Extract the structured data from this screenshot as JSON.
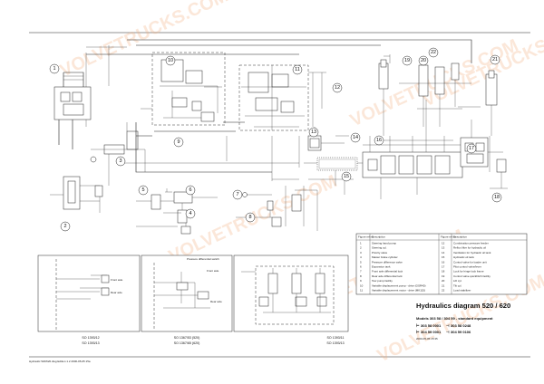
{
  "watermark": "VOLVETRUCKS.COM",
  "callouts": [
    "1",
    "2",
    "3",
    "4",
    "5",
    "6",
    "7",
    "8",
    "9",
    "10",
    "11",
    "12",
    "13",
    "14",
    "15",
    "16",
    "17",
    "18",
    "19",
    "20",
    "21",
    "22"
  ],
  "inset_labels": {
    "left_a": "Front axle",
    "left_b": "Rear axle",
    "mid_title": "Pressure differential switch",
    "mid_a": "Front axle",
    "mid_b": "Rear axle"
  },
  "legend": {
    "header": {
      "num1": "Figure ref no.",
      "desc1": "Description",
      "num2": "Figure ref no.",
      "desc2": "Description"
    },
    "left": [
      {
        "n": "1",
        "d": "Steering hand pump"
      },
      {
        "n": "2",
        "d": "Steering cyl."
      },
      {
        "n": "3",
        "d": "Priority valve"
      },
      {
        "n": "4",
        "d": "Master brake cylinder"
      },
      {
        "n": "5",
        "d": "Pressure difference valve"
      },
      {
        "n": "6",
        "d": "Expansion tank"
      },
      {
        "n": "7",
        "d": "Front axle differential lock"
      },
      {
        "n": "8",
        "d": "Rear axle differential lock"
      },
      {
        "n": "9",
        "d": "Tow pump facility"
      },
      {
        "n": "10",
        "d": "Variable displacement pump - drive (GSR40)"
      },
      {
        "n": "11",
        "d": "Variable displacement motor - drive (MK115)"
      }
    ],
    "right": [
      {
        "n": "12",
        "d": "Combination pressure feeder"
      },
      {
        "n": "13",
        "d": "Reflux filter for hydraulic oil"
      },
      {
        "n": "14",
        "d": "Ventilation for hydraulic oil tank"
      },
      {
        "n": "15",
        "d": "Hydraulic oil tank"
      },
      {
        "n": "16",
        "d": "Control valve for loader unit"
      },
      {
        "n": "17",
        "d": "Pilot control valve/lever"
      },
      {
        "n": "18",
        "d": "Lock for hinge lock frame"
      },
      {
        "n": "19",
        "d": "Control valve quickhitch facility"
      },
      {
        "n": "20",
        "d": "Lift cyl."
      },
      {
        "n": "21",
        "d": "Tilt cyl."
      },
      {
        "n": "22",
        "d": "Load stabilizer"
      }
    ]
  },
  "title_block": {
    "title": "Hydraulics diagram 520 / 620",
    "models": "Models 303 58 / 304 59 - standard equipment",
    "serial1a": "303 58 0001",
    "serial1b": "303 58 0248",
    "serial2a": "304 59 0001",
    "serial2b": "304 59 0106",
    "date": "2000-05-05 15:35"
  },
  "inset_codes": {
    "left1": "SO 1393/12",
    "left2": "SO 1393/13",
    "mid1": "SO 1367/53 (520)",
    "mid2": "SO 1367/65 (620)",
    "right1": "SO 1393/11",
    "right2": "SO 1393/13"
  },
  "footer": "Hydraulic 520/620.dwg  Edition 1.2  2000-05-05 15a"
}
